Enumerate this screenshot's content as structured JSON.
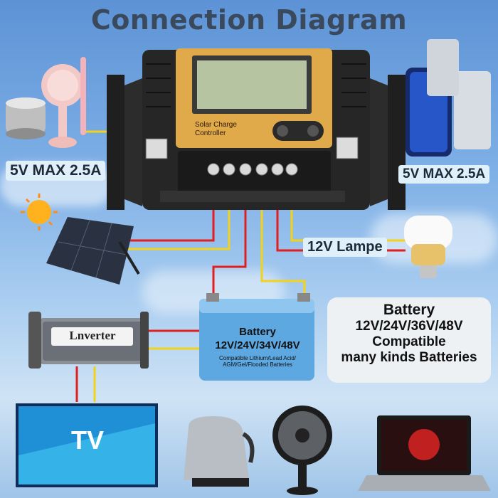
{
  "title": "Connection Diagram",
  "controller": {
    "line1": "Solar Charge",
    "line2": "Controller"
  },
  "labels": {
    "usb_left": "5V MAX 2.5A",
    "usb_right": "5V MAX 2.5A",
    "lamp": "12V Lampe"
  },
  "battery_unit": {
    "title": "Battery",
    "voltages": "12V/24V/34V/48V",
    "compat": "Compatible Lithium/Lead Acid/",
    "compat2": "AGM/Gel/Flooded Batteries"
  },
  "battery_panel": {
    "line1": "Battery",
    "line2": "12V/24V/36V/48V",
    "line3": "Compatible",
    "line4": "many kinds Batteries"
  },
  "inverter": {
    "brand": "Lnverter"
  },
  "tv": {
    "label": "TV"
  },
  "wire_colors": {
    "red": "#e02020",
    "yellow": "#f2d21a"
  },
  "icons": [
    "usb-fan-icon",
    "speaker-icon",
    "smartphone-icon",
    "power-bank-icon",
    "sun-icon",
    "solar-panel-icon",
    "led-bulb-icon",
    "inverter-icon",
    "tv-icon",
    "kettle-icon",
    "fan-icon",
    "laptop-icon"
  ]
}
